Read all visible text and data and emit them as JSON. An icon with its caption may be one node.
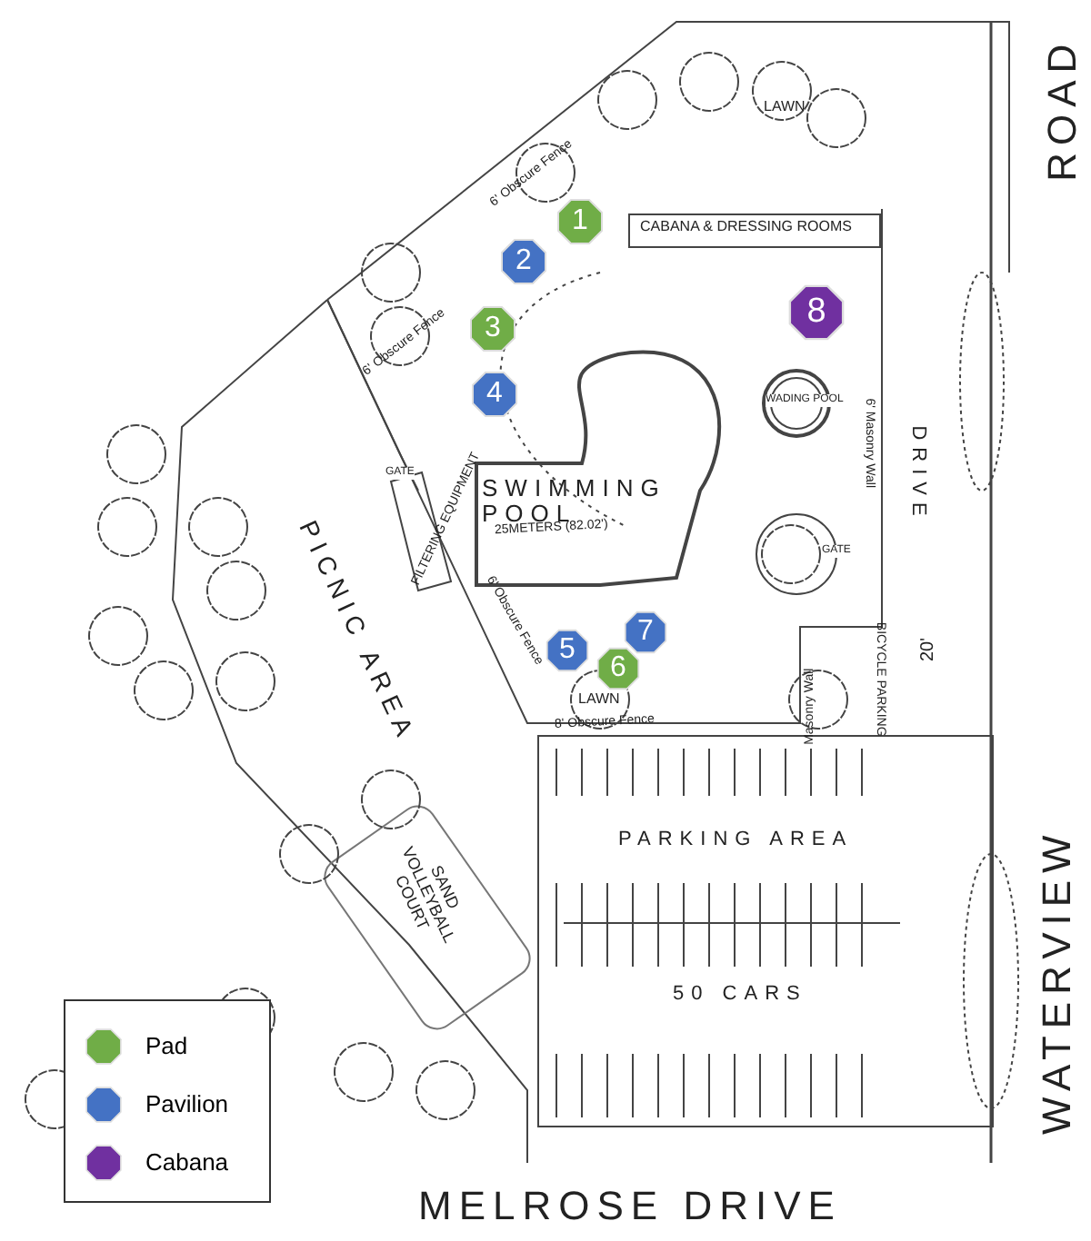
{
  "diagram": {
    "nodes": [
      {
        "text": [
          "1"
        ]
      },
      {
        "text": [
          "2"
        ]
      },
      {
        "text": [
          "3"
        ]
      },
      {
        "text": [
          "4"
        ]
      },
      {
        "text": [
          "5"
        ]
      },
      {
        "text": [
          "6"
        ]
      },
      {
        "text": [
          "7"
        ]
      },
      {
        "text": [
          "8"
        ]
      }
    ],
    "labels": [
      "LAWN",
      "6' Obscure Fence",
      "CABANA & DRESSING ROOMS",
      "6' Obscure Fence",
      "WADING POOL",
      "6' Masonry Wall",
      "GATE",
      "FILTERING EQUIPMENT",
      "SWIMMING POOL",
      "25METERS (82.02')",
      "GATE",
      "6' Obscure Fence",
      "DRIVE",
      "PICNIC AREA",
      "LAWN",
      "Masonry Wall",
      "BICYCLE PARKING",
      "20'",
      "8' Obscure Fence",
      "PARKING AREA",
      "SAND VOLLEYBALL COURT",
      "50 CARS",
      "ROAD",
      "WATERVIEW",
      "MELROSE DRIVE"
    ],
    "legend": [
      {
        "text": "Pad",
        "color": "#70ad47"
      },
      {
        "text": "Pavilion",
        "color": "#4472c4"
      },
      {
        "text": "Cabana",
        "color": "#7030a0"
      }
    ]
  }
}
